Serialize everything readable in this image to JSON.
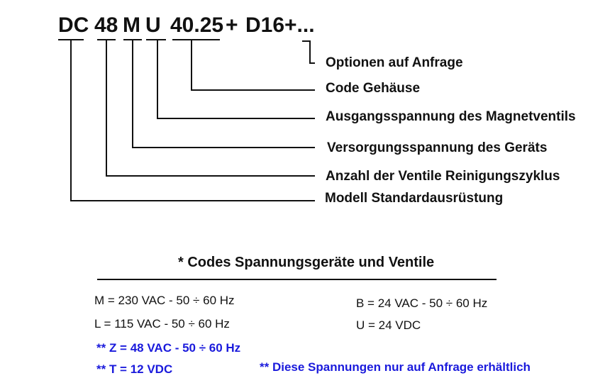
{
  "model_code": {
    "segments": [
      {
        "name": "dc",
        "text": "DC"
      },
      {
        "name": "48",
        "text": "48"
      },
      {
        "name": "m",
        "text": "M"
      },
      {
        "name": "u",
        "text": "U"
      },
      {
        "name": "4025",
        "text": "40.25"
      },
      {
        "name": "plus1",
        "text": "+"
      },
      {
        "name": "d16",
        "text": "D16+..."
      }
    ]
  },
  "legend": [
    {
      "name": "optionen",
      "text": "Optionen auf Anfrage"
    },
    {
      "name": "code-gehaeuse",
      "text": "Code Gehäuse"
    },
    {
      "name": "ausgangsspannung",
      "text": "Ausgangsspannung des Magnetventils"
    },
    {
      "name": "versorgungsspannung",
      "text": "Versorgungsspannung des Geräts"
    },
    {
      "name": "anzahl-ventile",
      "text": "Anzahl der Ventile Reinigungszyklus"
    },
    {
      "name": "modell",
      "text": "Modell Standardausrüstung"
    }
  ],
  "voltage_section": {
    "title": "* Codes Spannungsgeräte und Ventile",
    "standard": [
      "M = 230 VAC - 50 ÷ 60 Hz",
      "L = 115 VAC - 50 ÷ 60 Hz",
      "B = 24 VAC - 50 ÷ 60 Hz",
      "U = 24 VDC"
    ],
    "on_request": [
      "** Z = 48 VAC - 50 ÷ 60 Hz",
      "** T = 12 VDC"
    ],
    "note": "** Diese Spannungen nur auf Anfrage erhältlich"
  },
  "colors": {
    "text": "#111111",
    "accent_blue": "#1a1adc",
    "background": "#ffffff"
  }
}
